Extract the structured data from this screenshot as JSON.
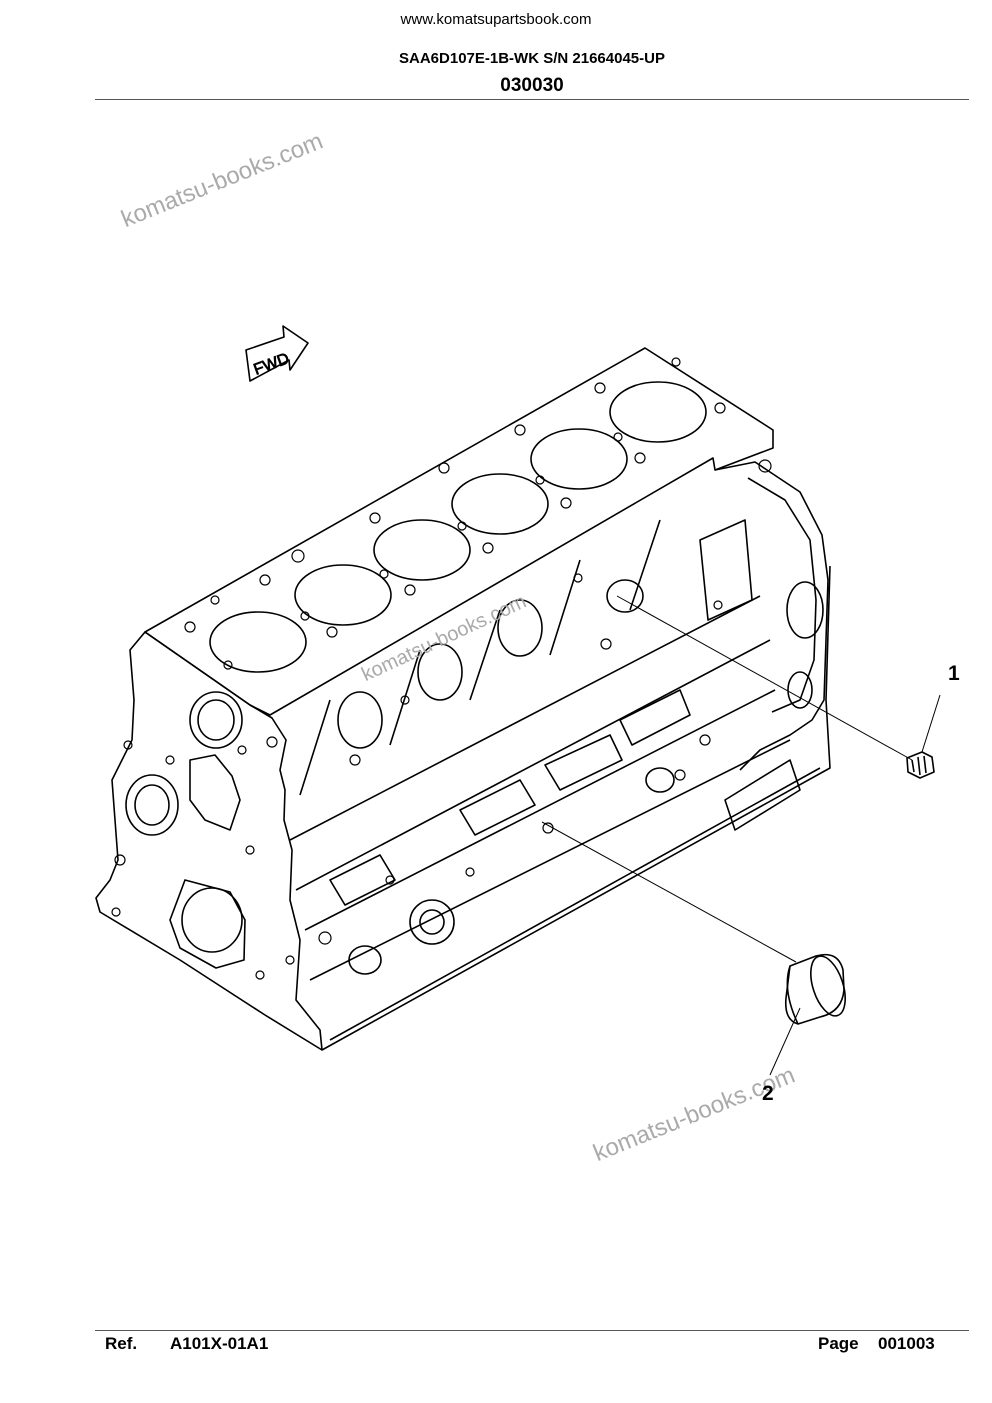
{
  "header": {
    "site": "www.komatsupartsbook.com",
    "model": "SAA6D107E-1B-WK S/N 21664045-UP",
    "code": "030030"
  },
  "drawing": {
    "fwd_label": "FWD",
    "callouts": [
      "1",
      "2"
    ],
    "watermarks": [
      "komatsu-books.com",
      "komatsu-books.com",
      "komatsu-books.com"
    ]
  },
  "footer": {
    "ref_label": "Ref.",
    "ref_value": "A101X-01A1",
    "page_label": "Page",
    "page_value": "001003"
  }
}
